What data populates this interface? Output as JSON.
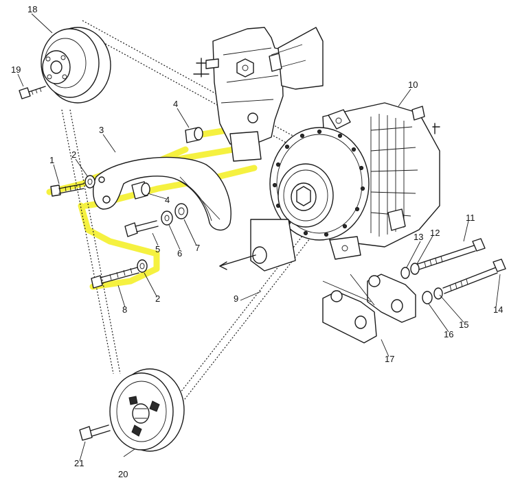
{
  "highlight_color": "#f3ef1f",
  "callouts": {
    "c1": "1",
    "c2a": "2",
    "c2b": "2",
    "c3": "3",
    "c4a": "4",
    "c4b": "4",
    "c5": "5",
    "c6": "6",
    "c7": "7",
    "c8": "8",
    "c9": "9",
    "c10": "10",
    "c11": "11",
    "c12": "12",
    "c13": "13",
    "c14": "14",
    "c15": "15",
    "c16": "16",
    "c17": "17",
    "c18": "18",
    "c19": "19",
    "c20": "20",
    "c21": "21"
  }
}
